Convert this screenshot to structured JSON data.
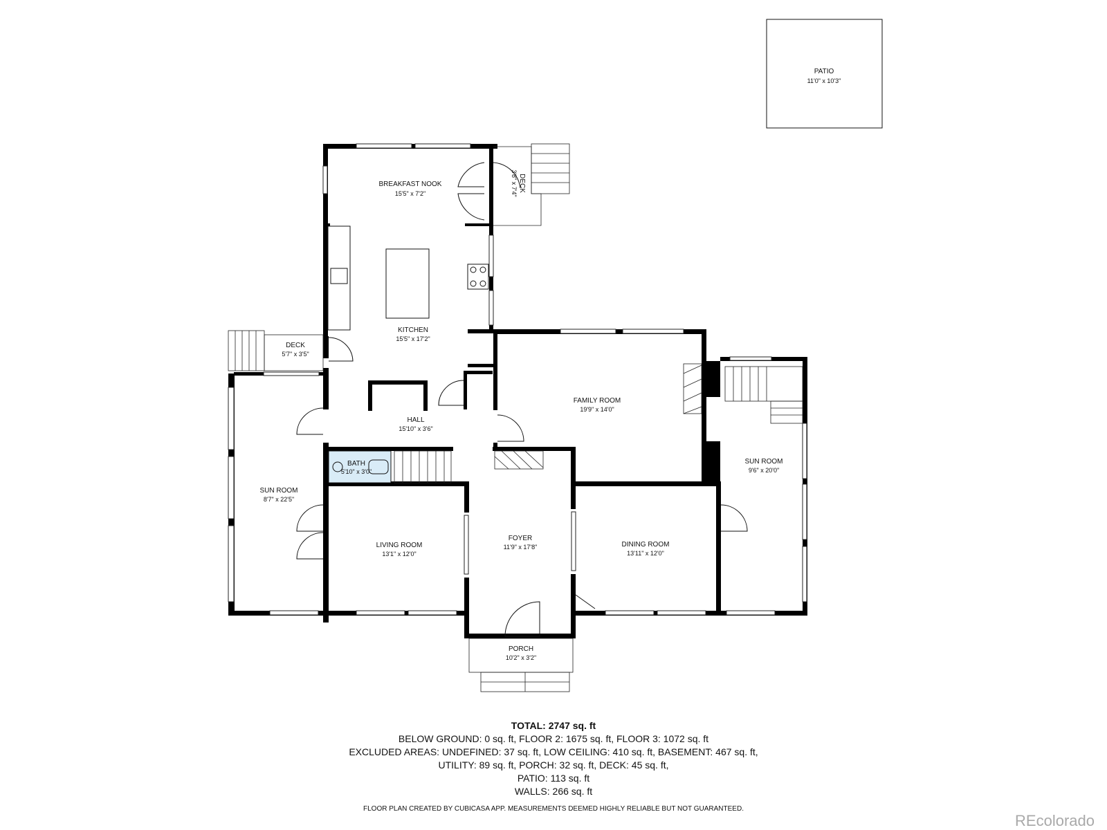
{
  "rooms": {
    "patio": {
      "name": "PATIO",
      "dim": "11'0\" x 10'3\""
    },
    "breakfast_nook": {
      "name": "BREAKFAST NOOK",
      "dim": "15'5\" x 7'2\""
    },
    "deck_top": {
      "name": "DECK",
      "dim": "3'8\" x 7'4\""
    },
    "kitchen": {
      "name": "KITCHEN",
      "dim": "15'5\" x 17'2\""
    },
    "deck_left": {
      "name": "DECK",
      "dim": "5'7\" x 3'5\""
    },
    "family_room": {
      "name": "FAMILY ROOM",
      "dim": "19'9\" x 14'0\""
    },
    "hall": {
      "name": "HALL",
      "dim": "15'10\" x 3'6\""
    },
    "bath": {
      "name": "BATH",
      "dim": "5'10\" x 3'0\""
    },
    "sun_room_left": {
      "name": "SUN ROOM",
      "dim": "8'7\" x 22'5\""
    },
    "sun_room_right": {
      "name": "SUN ROOM",
      "dim": "9'6\" x 20'0\""
    },
    "living_room": {
      "name": "LIVING ROOM",
      "dim": "13'1\" x 12'0\""
    },
    "foyer": {
      "name": "FOYER",
      "dim": "11'9\" x 17'8\""
    },
    "dining_room": {
      "name": "DINING ROOM",
      "dim": "13'11\" x 12'0\""
    },
    "porch": {
      "name": "PORCH",
      "dim": "10'2\" x 3'2\""
    }
  },
  "summary": {
    "total": "TOTAL: 2747 sq. ft",
    "line1": "BELOW GROUND: 0 sq. ft, FLOOR 2: 1675 sq. ft, FLOOR 3: 1072 sq. ft",
    "line2": "EXCLUDED AREAS: UNDEFINED: 37 sq. ft, LOW CEILING: 410 sq. ft, BASEMENT: 467 sq. ft,",
    "line3": "UTILITY: 89 sq. ft, PORCH: 32 sq. ft, DECK: 45 sq. ft,",
    "line4": "PATIO: 113 sq. ft",
    "line5": "WALLS: 266 sq. ft"
  },
  "disclaimer": "FLOOR PLAN CREATED BY CUBICASA APP. MEASUREMENTS DEEMED HIGHLY RELIABLE BUT NOT GUARANTEED.",
  "brand": "REcolorado",
  "colors": {
    "wall": "#000000",
    "bath_fill": "#d9ecf7",
    "brand": "#a9a9a9"
  }
}
